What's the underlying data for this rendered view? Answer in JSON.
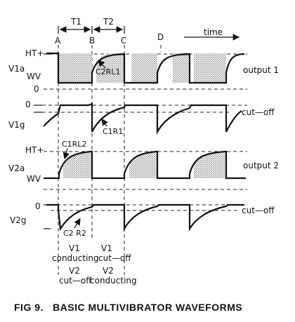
{
  "figure": {
    "caption": "FIG 9.   BASIC MULTIVIBRATOR WAVEFORMS",
    "time_label": "time",
    "timing": {
      "T1": "T1",
      "T2": "T2",
      "points": [
        "A",
        "B",
        "C",
        "D"
      ]
    },
    "v1a": {
      "name": "V1a",
      "levels": [
        "HT+",
        "WV",
        "0"
      ],
      "note": "C2RL1",
      "output": "output 1"
    },
    "v1g": {
      "name": "V1g",
      "levels": [
        "0"
      ],
      "note": "C1R1",
      "cutoff": "cut—off"
    },
    "v2a": {
      "name": "V2a",
      "levels": [
        "HT+",
        "WV"
      ],
      "note": "C1RL2",
      "output": "output 2"
    },
    "v2g": {
      "name": "V2g",
      "levels": [
        "0"
      ],
      "note": "C2 R2",
      "cutoff": "cut—off"
    },
    "states": {
      "v1_left": [
        "V1",
        "conducting"
      ],
      "v1_right": [
        "V1",
        "cut—off"
      ],
      "v2_left": [
        "V2",
        "cut—off"
      ],
      "v2_right": [
        "V2",
        "conducting"
      ]
    }
  }
}
